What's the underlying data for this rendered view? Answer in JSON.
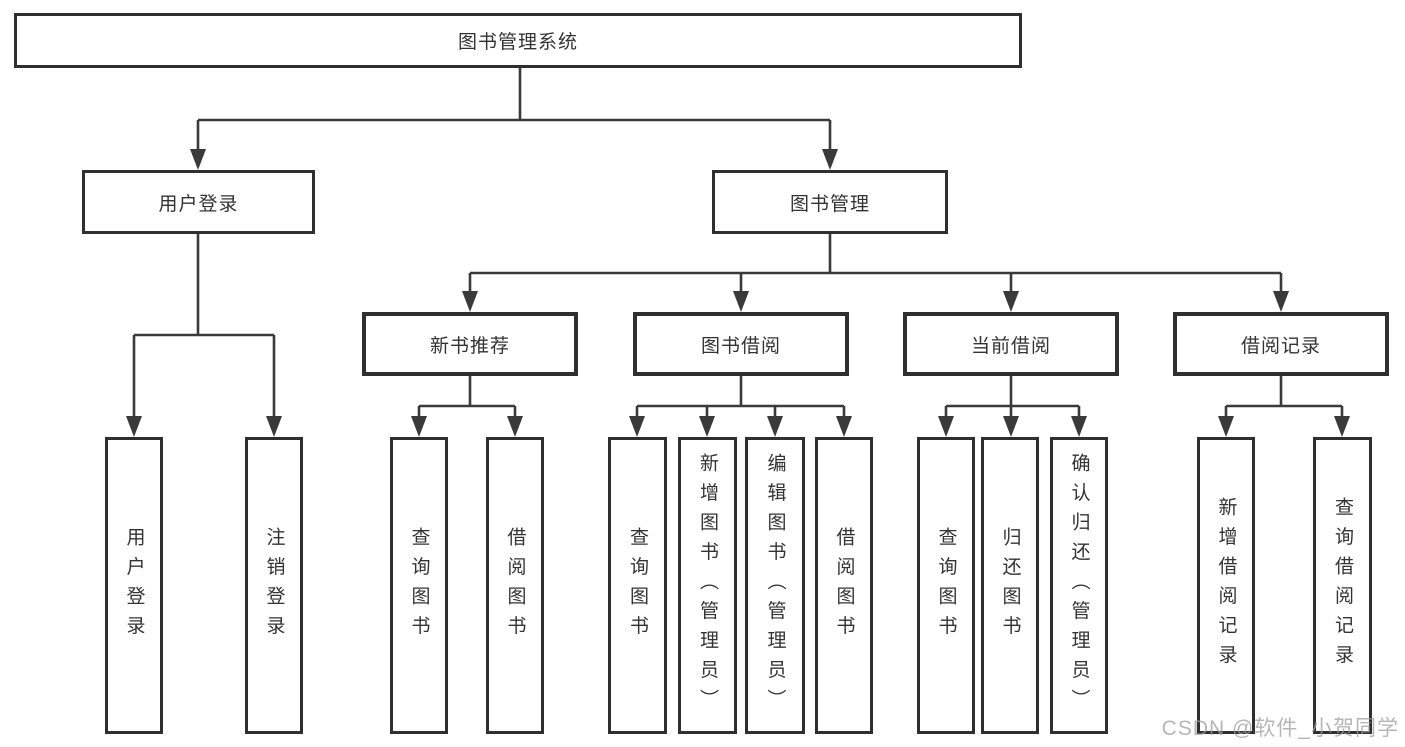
{
  "tree": {
    "root": {
      "label": "图书管理系统"
    },
    "user_branch": {
      "label": "用户登录",
      "children": [
        {
          "label": "用户登录"
        },
        {
          "label": "注销登录"
        }
      ]
    },
    "book_branch": {
      "label": "图书管理",
      "sections": [
        {
          "label": "新书推荐",
          "children": [
            {
              "label": "查询图书"
            },
            {
              "label": "借阅图书"
            }
          ]
        },
        {
          "label": "图书借阅",
          "children": [
            {
              "label": "查询图书"
            },
            {
              "label": "新增图书（管理员）"
            },
            {
              "label": "编辑图书（管理员）"
            },
            {
              "label": "借阅图书"
            }
          ]
        },
        {
          "label": "当前借阅",
          "children": [
            {
              "label": "查询图书"
            },
            {
              "label": "归还图书"
            },
            {
              "label": "确认归还（管理员）"
            }
          ]
        },
        {
          "label": "借阅记录",
          "children": [
            {
              "label": "新增借阅记录"
            },
            {
              "label": "查询借阅记录"
            }
          ]
        }
      ]
    }
  },
  "watermark": {
    "text": "CSDN @软件_小贺同学"
  },
  "colors": {
    "line": "#3a3a3a",
    "border": "#2f2f2f",
    "text": "#333333",
    "watermark": "#9e9e9e",
    "background": "#ffffff"
  }
}
